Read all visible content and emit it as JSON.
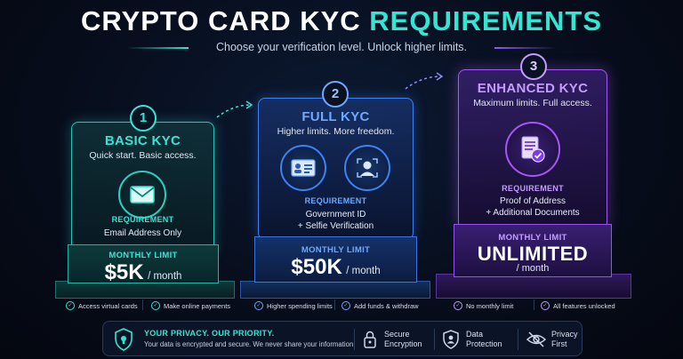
{
  "header": {
    "title_main": "CRYPTO CARD KYC",
    "title_highlight": "REQUIREMENTS",
    "subtitle": "Choose your verification level. Unlock higher limits."
  },
  "tiers": [
    {
      "number": "1",
      "title": "BASIC KYC",
      "description": "Quick start. Basic access.",
      "icon": "envelope-icon",
      "requirement_label": "REQUIREMENT",
      "requirement_lines": [
        "Email Address Only"
      ],
      "limit_label": "MONTHLY LIMIT",
      "limit_amount": "$5K",
      "limit_period": "/ month",
      "color": "#22d3c5",
      "features": [
        "Access virtual cards",
        "Make online payments"
      ]
    },
    {
      "number": "2",
      "title": "FULL KYC",
      "description": "Higher limits. More freedom.",
      "icons": [
        "id-card-icon",
        "face-scan-icon"
      ],
      "requirement_label": "REQUIREMENT",
      "requirement_lines": [
        "Government ID",
        "+ Selfie Verification"
      ],
      "limit_label": "MONTHLY LIMIT",
      "limit_amount": "$50K",
      "limit_period": "/ month",
      "color": "#3b82f6",
      "features": [
        "Higher spending limits",
        "Add funds & withdraw"
      ]
    },
    {
      "number": "3",
      "title": "ENHANCED KYC",
      "description": "Maximum limits. Full access.",
      "icon": "document-check-icon",
      "requirement_label": "REQUIREMENT",
      "requirement_lines": [
        "Proof of Address",
        "+ Additional Documents"
      ],
      "limit_label": "MONTHLY LIMIT",
      "limit_amount": "UNLIMITED",
      "limit_period": "/ month",
      "color": "#a855f7",
      "features": [
        "No monthly limit",
        "All features unlocked"
      ]
    }
  ],
  "footer": {
    "privacy_title": "YOUR PRIVACY. OUR PRIORITY.",
    "privacy_text": "Your data is encrypted and secure. We never share your information.",
    "items": [
      {
        "line1": "Secure",
        "line2": "Encryption",
        "icon": "lock-icon"
      },
      {
        "line1": "Data",
        "line2": "Protection",
        "icon": "shield-user-icon"
      },
      {
        "line1": "Privacy",
        "line2": "First",
        "icon": "eye-off-icon"
      }
    ]
  },
  "colors": {
    "teal": "#33e6d4",
    "blue": "#3b82f6",
    "purple": "#a855f7",
    "background": "#070d1c"
  }
}
